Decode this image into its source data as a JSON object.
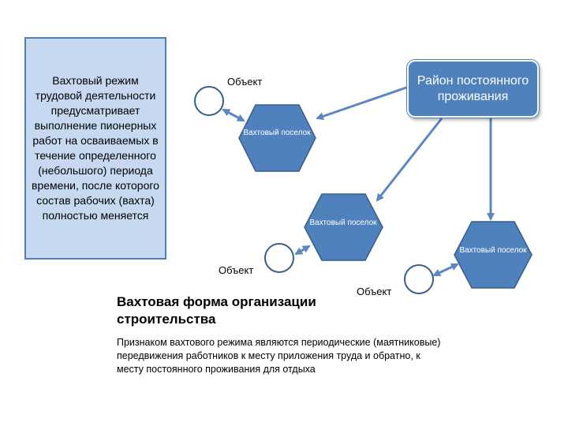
{
  "info_box": {
    "text": "Вахтовый режим трудовой деятельности предусматривает выполнение пионерных работ на осваиваемых  в течение определенного (небольшого) периода времени, после которого состав рабочих (вахта) полностью меняется"
  },
  "home": {
    "label": "Район постоянного проживания"
  },
  "settlements": [
    {
      "label": "Вахтовый поселок"
    },
    {
      "label": "Вахтовый поселок"
    },
    {
      "label": "Вахтовый поселок"
    }
  ],
  "objects": [
    {
      "label": "Объект"
    },
    {
      "label": "Объект"
    },
    {
      "label": "Объект"
    }
  ],
  "title": "Вахтовая форма организации строительства",
  "description": "Признаком вахтового режима являются периодические (маятниковые) передвижения работников к месту приложения труда и обратно, к месту постоянного проживания  для отдыха",
  "colors": {
    "hexagon_fill": "#4f81bd",
    "hexagon_stroke": "#385d8a",
    "arrow": "#5b88c3",
    "info_fill": "#c6d9f1"
  }
}
